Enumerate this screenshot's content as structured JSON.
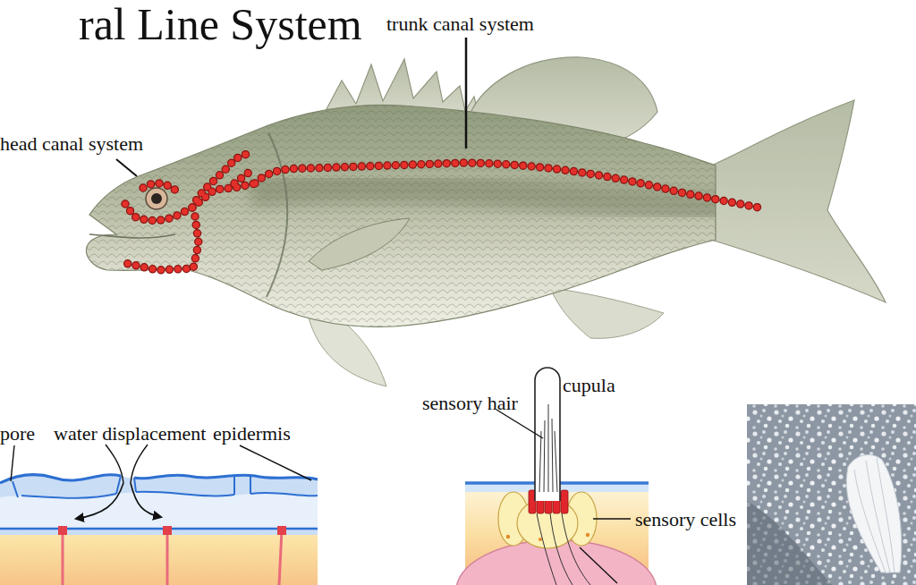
{
  "diagram": {
    "title": "ral Line System",
    "labels": [
      "trunk canal system",
      "head canal system",
      "pore",
      "water displacement",
      "epidermis",
      "sensory hair",
      "cupula",
      "sensory cells"
    ]
  }
}
